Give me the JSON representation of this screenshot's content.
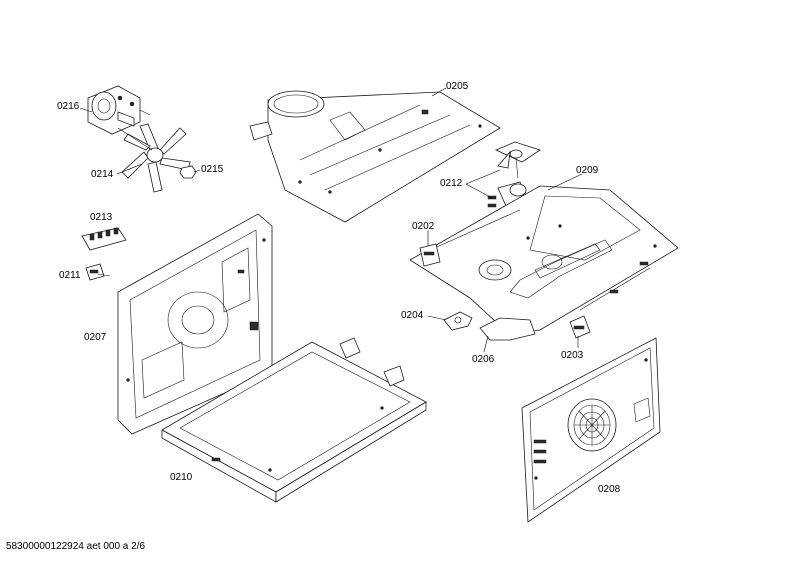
{
  "labels": {
    "p0216": "0216",
    "p0214": "0214",
    "p0215": "0215",
    "p0205": "0205",
    "p0212": "0212",
    "p0209": "0209",
    "p0213": "0213",
    "p0202": "0202",
    "p0211": "0211",
    "p0204": "0204",
    "p0207": "0207",
    "p0206": "0206",
    "p0203": "0203",
    "p0210": "0210",
    "p0208": "0208"
  },
  "footer": {
    "doc_id": "58300000122924 aet 000 a 2/6"
  }
}
